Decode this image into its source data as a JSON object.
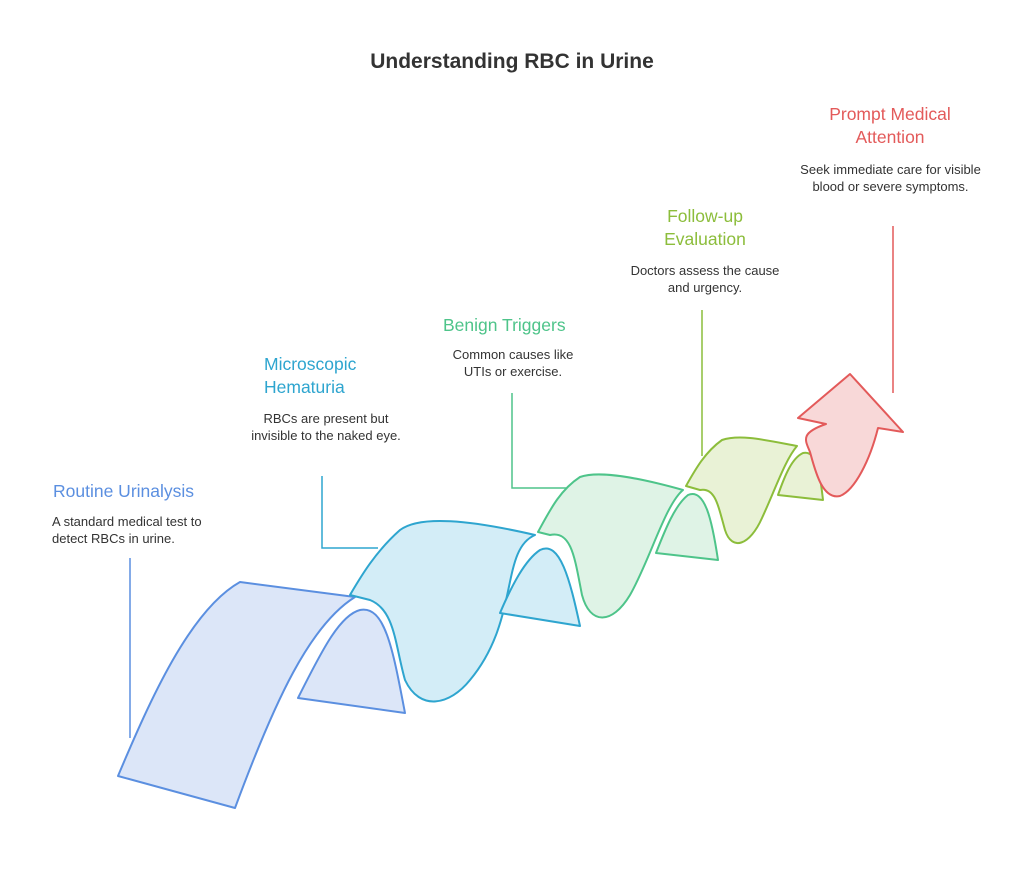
{
  "title": "Understanding RBC in Urine",
  "steps": [
    {
      "title": "Routine Urinalysis",
      "description": "A standard medical test to detect RBCs in urine.",
      "color": "#5b8fe0",
      "fill": "#dce6f8"
    },
    {
      "title": "Microscopic Hematuria",
      "description": "RBCs are present but invisible to the naked eye.",
      "color": "#2ea5cf",
      "fill": "#d3edf7"
    },
    {
      "title": "Benign Triggers",
      "description": "Common causes like UTIs or exercise.",
      "color": "#4ec48a",
      "fill": "#dff3e6"
    },
    {
      "title": "Follow-up Evaluation",
      "description": "Doctors assess the cause and urgency.",
      "color": "#8cbd3b",
      "fill": "#e9f2d6"
    },
    {
      "title": "Prompt Medical Attention",
      "description": "Seek immediate care for visible blood or severe symptoms.",
      "color": "#e35a5a",
      "fill": "#f8d8d8"
    }
  ]
}
